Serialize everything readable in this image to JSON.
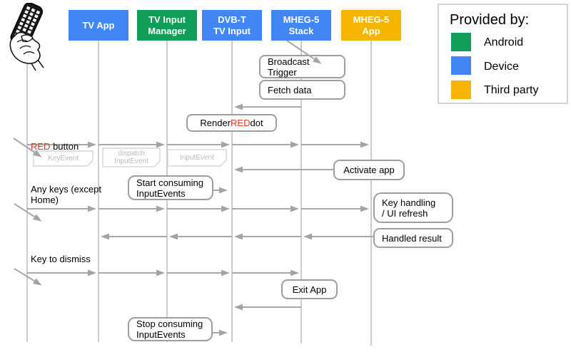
{
  "remote": {
    "icon": "remote-control"
  },
  "actors": [
    {
      "label": "TV App",
      "color": "#4285f4",
      "provider": "Device"
    },
    {
      "label": "TV Input\nManager",
      "color": "#0f9d58",
      "provider": "Android"
    },
    {
      "label": "DVB-T\nTV Input",
      "color": "#4285f4",
      "provider": "Device"
    },
    {
      "label": "MHEG-5\nStack",
      "color": "#4285f4",
      "provider": "Device"
    },
    {
      "label": "MHEG-5\nApp",
      "color": "#f4b400",
      "provider": "Third party"
    }
  ],
  "legend": {
    "title": "Provided by:",
    "items": [
      {
        "label": "Android",
        "color": "#0f9d58"
      },
      {
        "label": "Device",
        "color": "#4285f4"
      },
      {
        "label": "Third party",
        "color": "#f4b400"
      }
    ]
  },
  "messages": {
    "broadcast_trigger": "Broadcast\nTrigger",
    "fetch_data": "Fetch data",
    "render_red_dot": {
      "pre": "Render ",
      "red": "RED",
      "post": " dot"
    },
    "activate_app": "Activate app",
    "start_consuming": "Start consuming\nInputEvents",
    "key_handling": "Key handling\n/ UI refresh",
    "handled_result": "Handled result",
    "exit_app": "Exit App",
    "stop_consuming": "Stop consuming\nInputEvents"
  },
  "notes": [
    {
      "label": "KeyEvent"
    },
    {
      "label": "dispatch\nInputEvent"
    },
    {
      "label": "InputEvent"
    }
  ],
  "side_labels": {
    "red_button": {
      "red": "RED",
      "rest": " button"
    },
    "any_keys": "Any keys (except\nHome)",
    "key_to_dismiss": "Key to dismiss"
  }
}
